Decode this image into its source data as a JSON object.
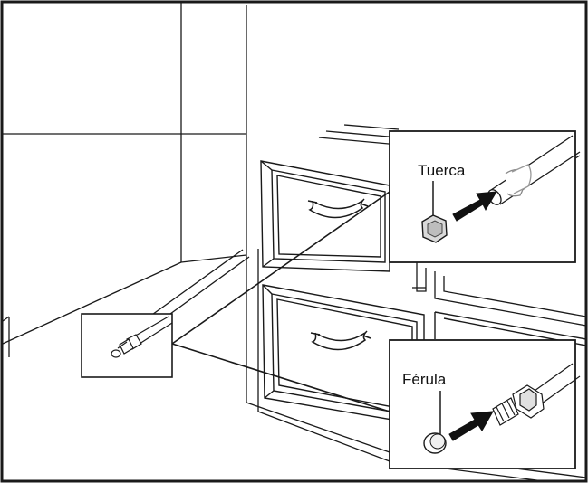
{
  "callouts": {
    "nut_label": "Tuerca",
    "ferrule_label": "Férula"
  },
  "illustration": {
    "parts": [
      "cabinet",
      "drawer",
      "drawer-handle",
      "water-line",
      "compression-fitting",
      "nut",
      "ferrule",
      "arrow"
    ]
  },
  "colors": {
    "line": "#1a1a1a",
    "background": "#ffffff",
    "arrow": "#111111",
    "nut_fill": "#d9d9d9"
  }
}
